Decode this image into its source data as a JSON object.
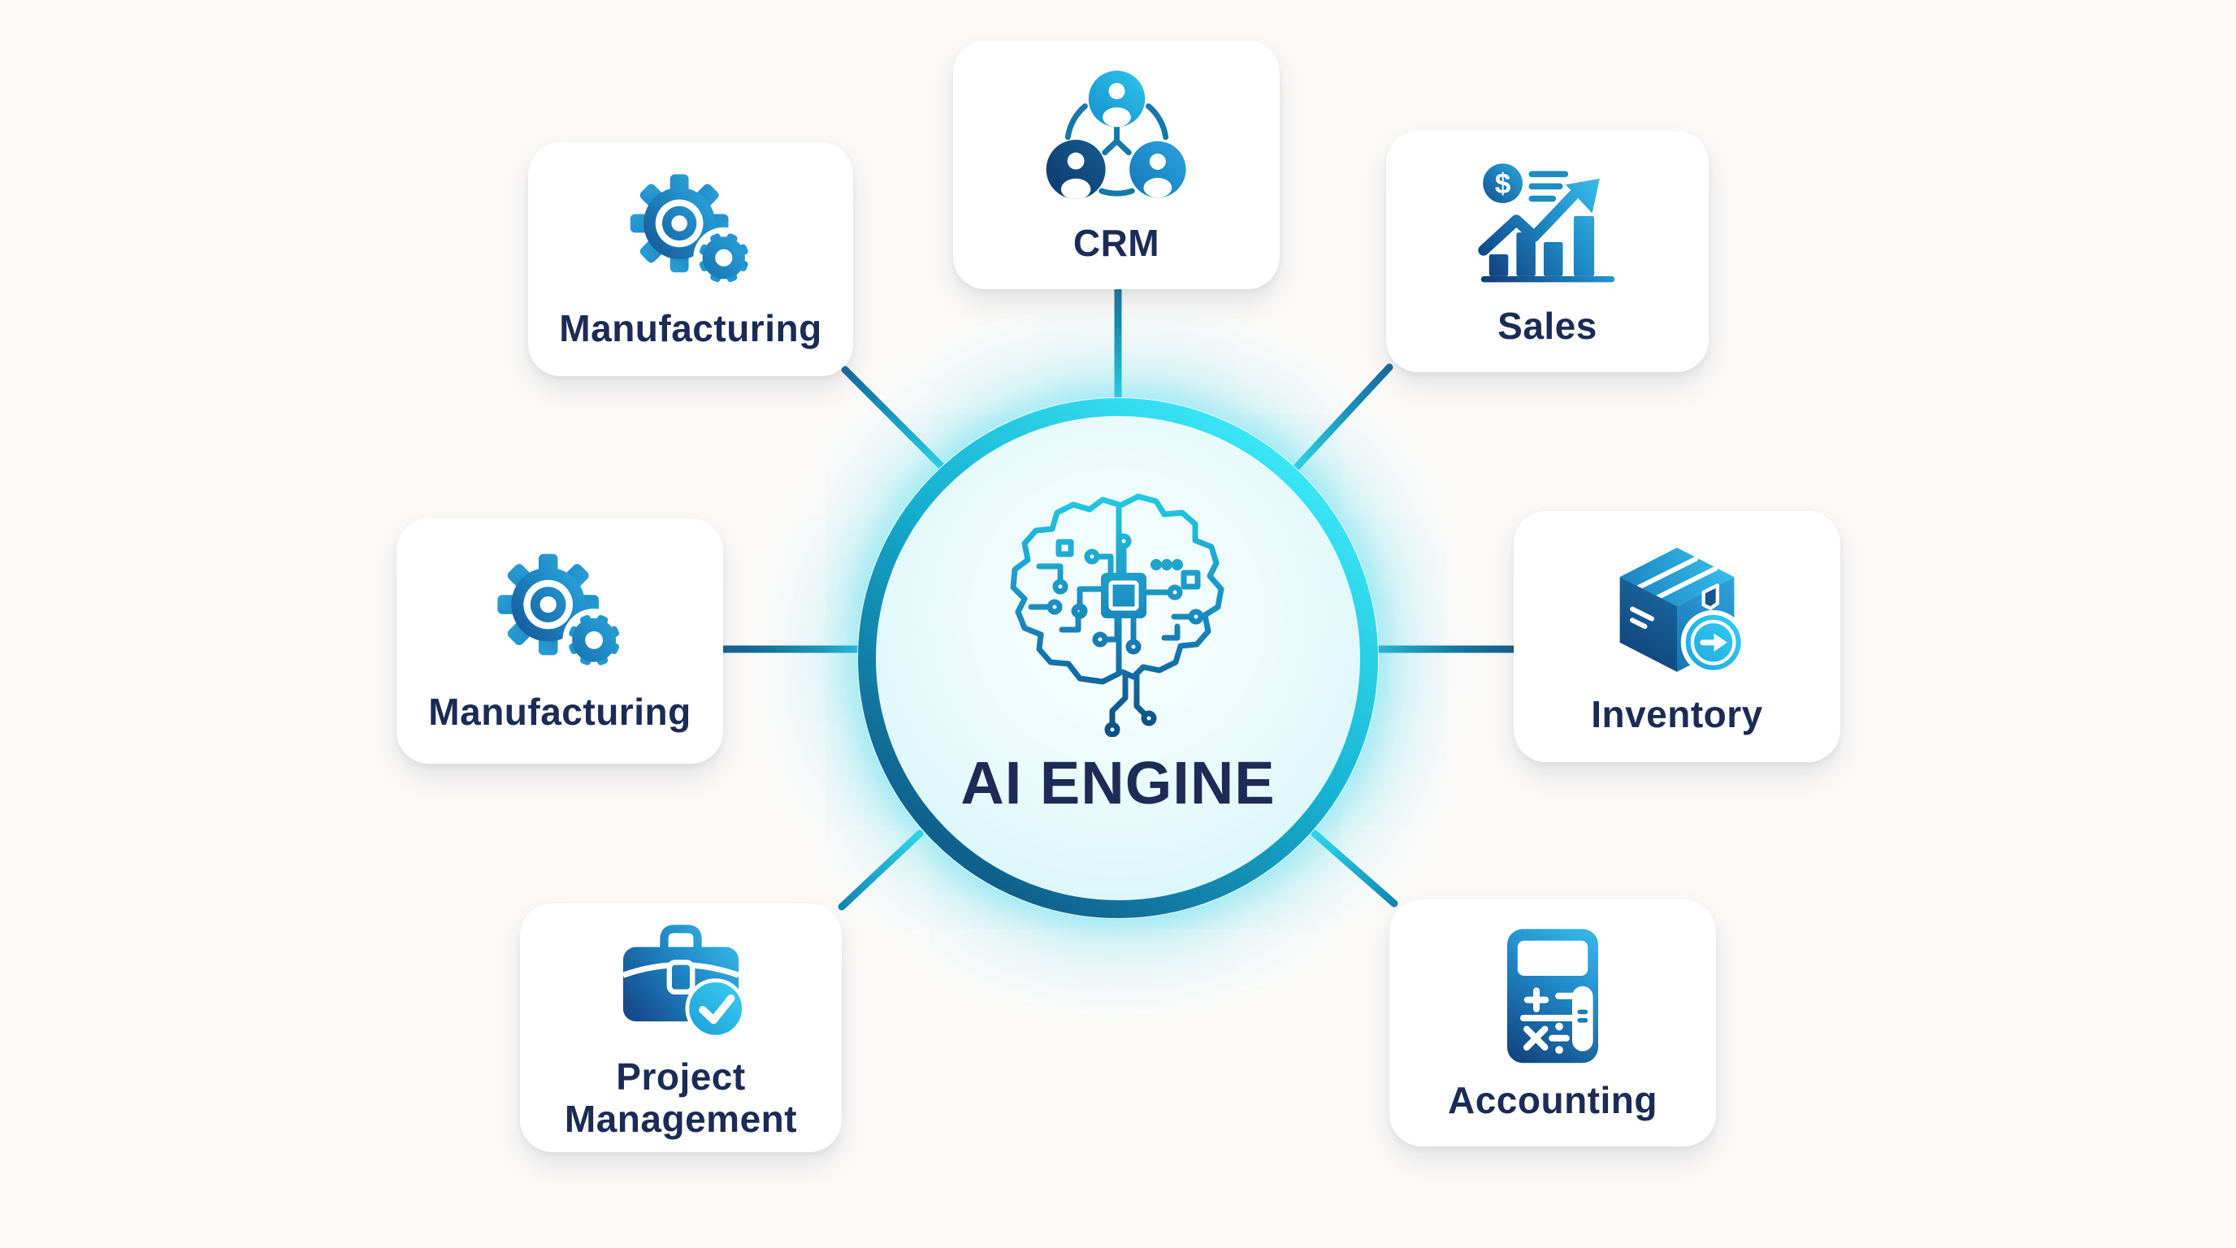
{
  "center": {
    "label": "AI ENGINE",
    "icon": "circuit-brain-icon",
    "label_color": "#1d2c55",
    "ring_colors": [
      "#3ae6f6",
      "#16b2d2",
      "#0f5684"
    ],
    "glow_color": "#40d8ee"
  },
  "modules": [
    {
      "id": "manufacturing-top",
      "label": "Manufacturing",
      "icon": "gears-icon",
      "position": "top-left"
    },
    {
      "id": "crm",
      "label": "CRM",
      "icon": "team-network-icon",
      "position": "top-center"
    },
    {
      "id": "sales",
      "label": "Sales",
      "icon": "sales-growth-icon",
      "coin_symbol": "$",
      "position": "top-right"
    },
    {
      "id": "manufacturing-left",
      "label": "Manufacturing",
      "icon": "gears-icon",
      "position": "middle-left"
    },
    {
      "id": "inventory",
      "label": "Inventory",
      "icon": "package-arrow-icon",
      "position": "middle-right"
    },
    {
      "id": "project-management",
      "label": "Project Management",
      "icon": "briefcase-check-icon",
      "position": "bottom-left"
    },
    {
      "id": "accounting",
      "label": "Accounting",
      "icon": "calculator-icon",
      "position": "bottom-right"
    }
  ],
  "colors": {
    "background": "#fbfaf9",
    "card_background": "#ffffff",
    "label_text": "#1c2b56",
    "icon_gradient_dark": "#0e3e74",
    "icon_gradient_mid": "#1f8cc8",
    "icon_gradient_light": "#3cc6ee",
    "connector_card_end": "#1268a0",
    "connector_circle_end": "#25cbe0"
  }
}
